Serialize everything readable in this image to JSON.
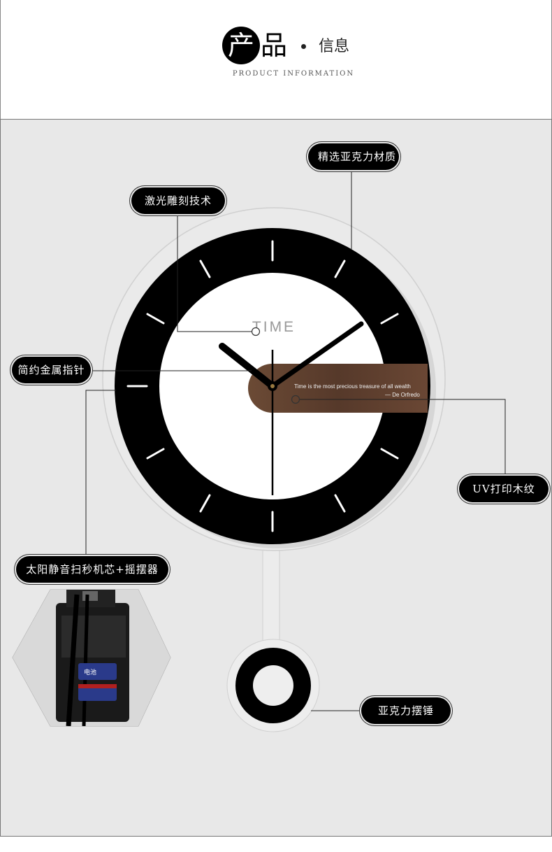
{
  "header": {
    "logo_char1": "产",
    "logo_char2": "品",
    "title_suffix": "信息",
    "subtitle": "PRODUCT INFORMATION"
  },
  "clock": {
    "face_text": "TIME",
    "quote_line1": "Time is the most precious treasure of all wealth",
    "quote_line2": "— De Orfredo"
  },
  "callouts": {
    "acrylic_material": "精选亚克力材质",
    "laser_engraving": "激光雕刻技术",
    "metal_hands": "简约金属指针",
    "uv_wood_grain": "UV打印木纹",
    "movement_pendulum": "太阳静音扫秒机芯+摇摆器",
    "acrylic_pendulum": "亚克力摆锤"
  },
  "movement_photo": {
    "battery_label": "电池"
  },
  "colors": {
    "black": "#000000",
    "panel_bg": "#e8e8e8",
    "wood": "#5a4030"
  }
}
